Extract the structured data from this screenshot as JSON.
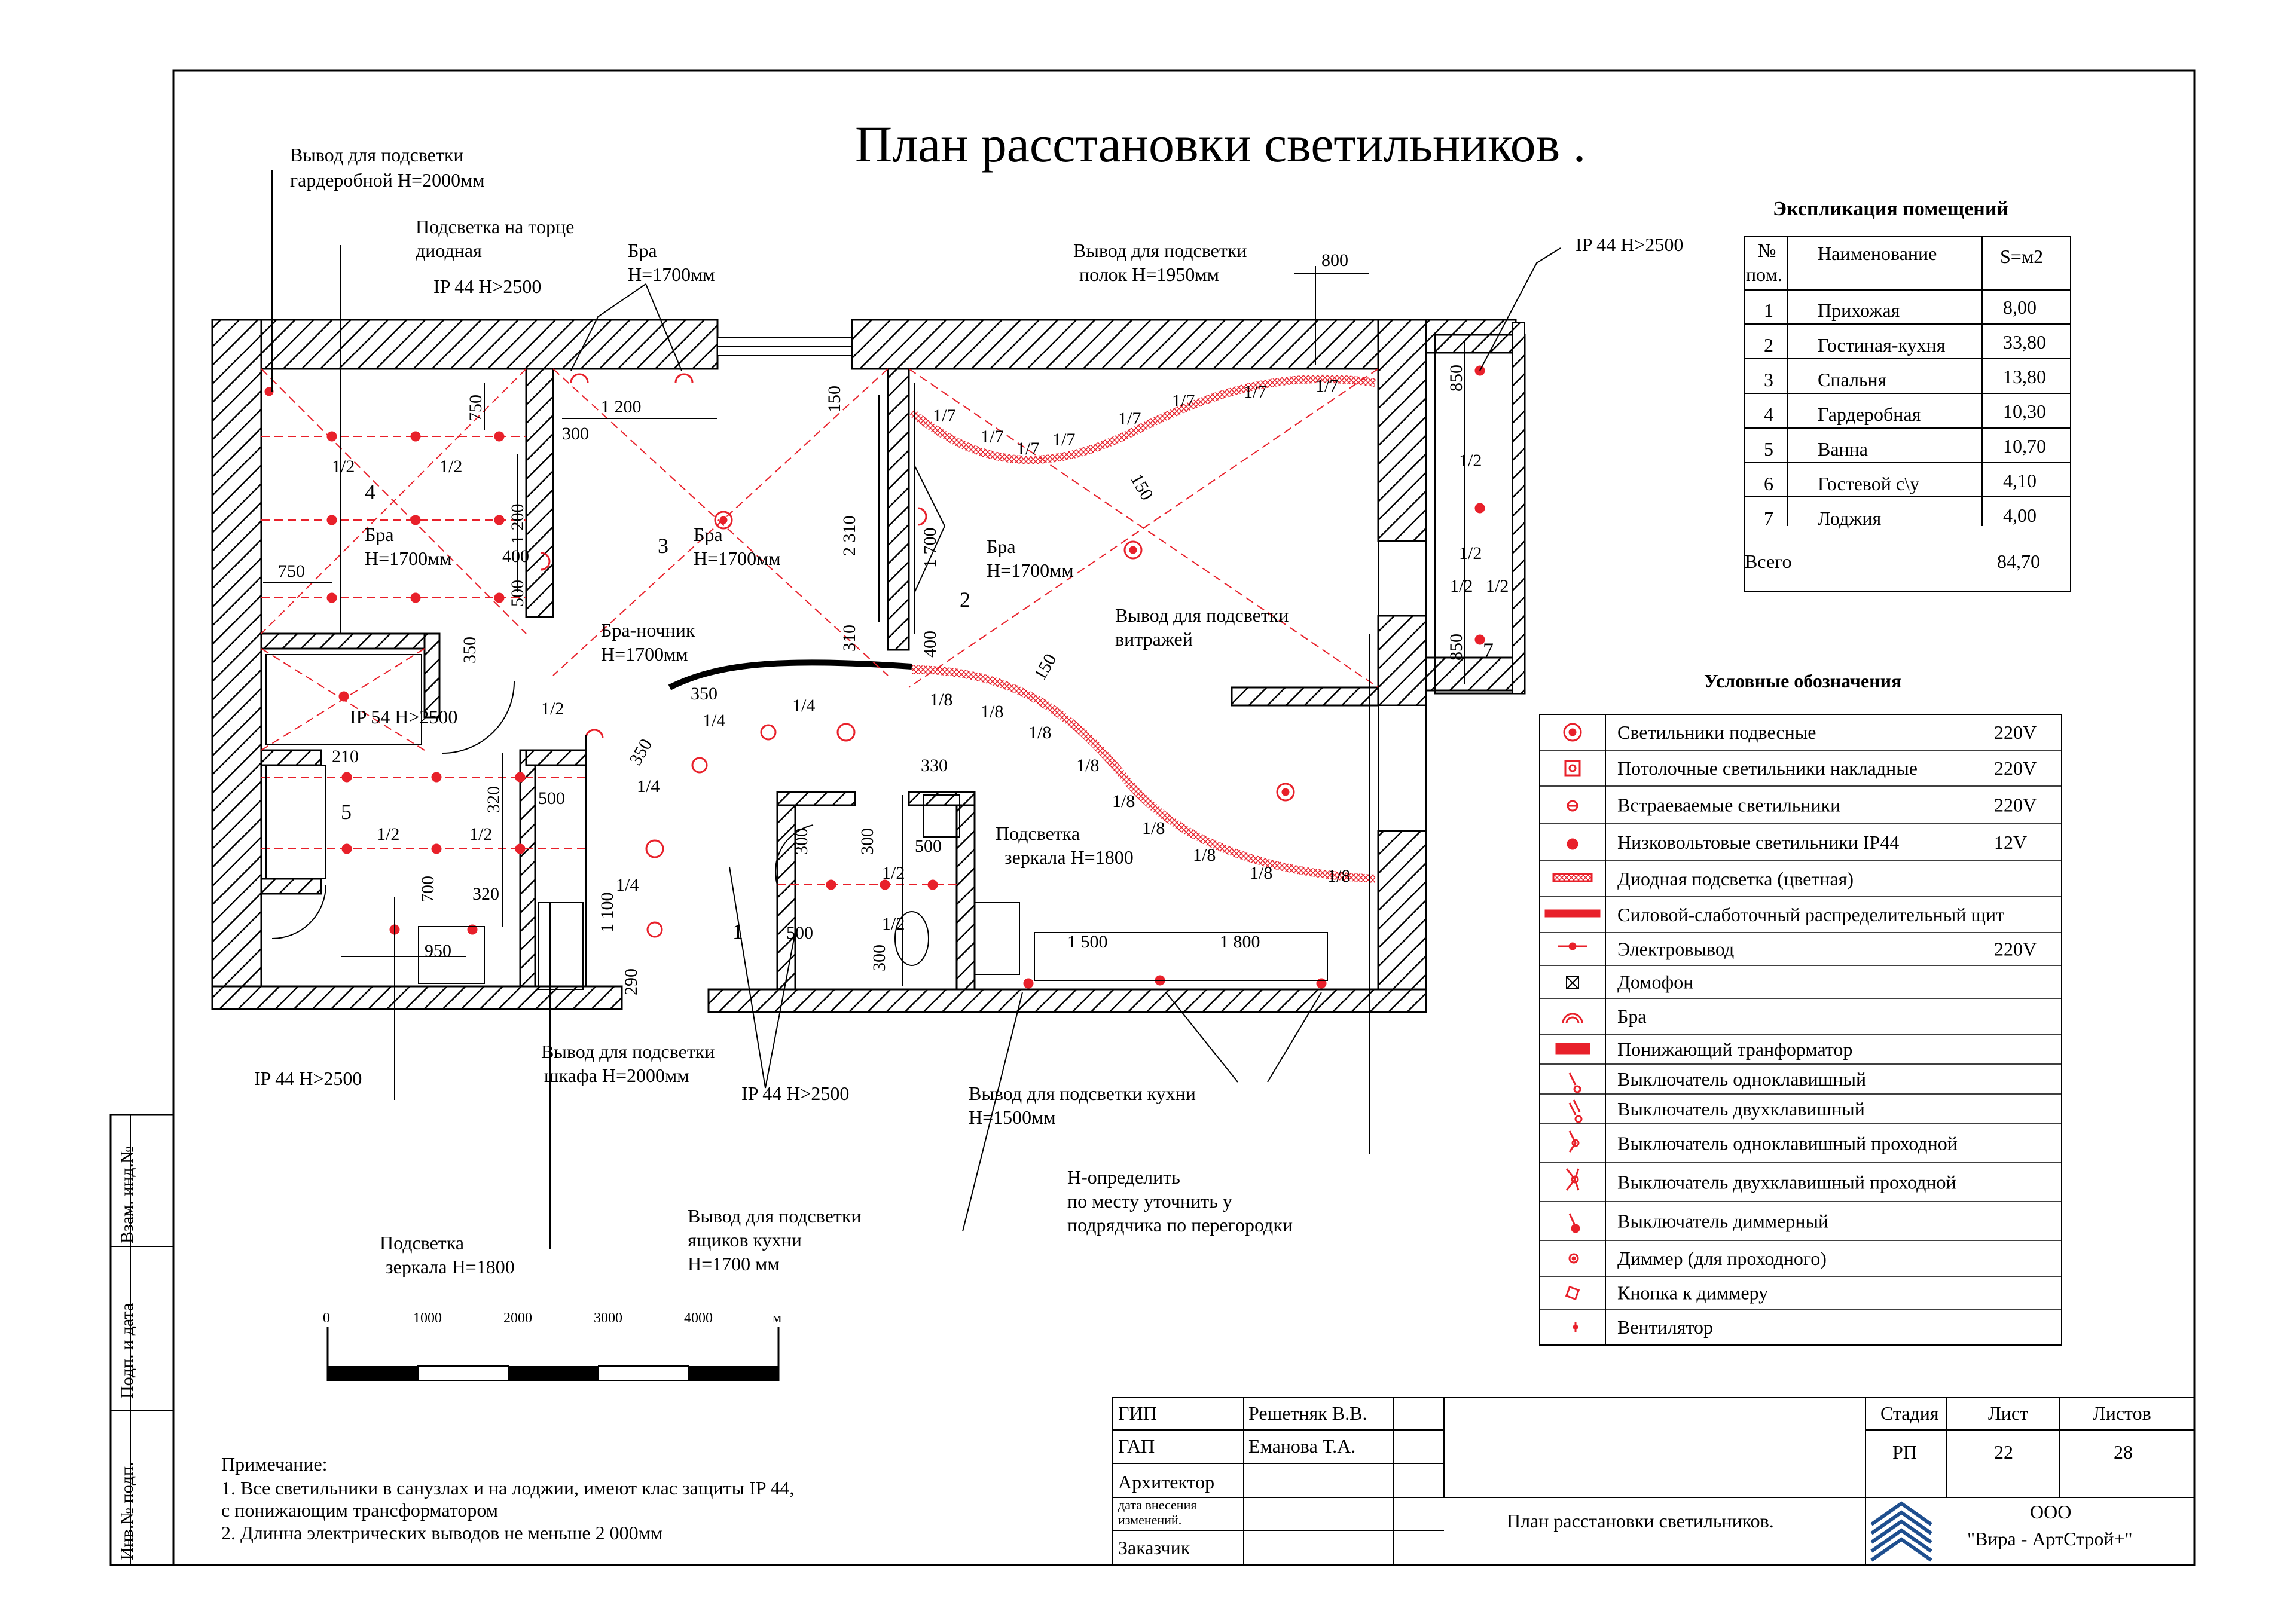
{
  "title": "План расстановки светильников .",
  "explication": {
    "heading": "Экспликация помещений",
    "col_no": "№ пом.",
    "col_name": "Наименование",
    "col_area": "S=м2",
    "rows": [
      {
        "no": "1",
        "name": "Прихожая",
        "area": "8,00"
      },
      {
        "no": "2",
        "name": "Гостиная-кухня",
        "area": "33,80"
      },
      {
        "no": "3",
        "name": "Спальня",
        "area": "13,80"
      },
      {
        "no": "4",
        "name": "Гардеробная",
        "area": "10,30"
      },
      {
        "no": "5",
        "name": "Ванна",
        "area": "10,70"
      },
      {
        "no": "6",
        "name": "Гостевой с\\у",
        "area": "4,10"
      },
      {
        "no": "7",
        "name": "Лоджия",
        "area": "4,00"
      }
    ],
    "total_label": "Всего",
    "total_value": "84,70"
  },
  "legend": {
    "heading": "Условные обозначения",
    "items": [
      {
        "label": "Светильники подвесные",
        "voltage": "220V",
        "icon": "pendant-light-icon"
      },
      {
        "label": "Потолочные светильники накладные",
        "voltage": "220V",
        "icon": "ceiling-light-icon"
      },
      {
        "label": "Встраеваемые светильники",
        "voltage": "220V",
        "icon": "recessed-light-icon"
      },
      {
        "label": "Низковольтовые светильники IP44",
        "voltage": "12V",
        "icon": "lowvolt-light-icon"
      },
      {
        "label": "Диодная подсветка (цветная)",
        "voltage": "",
        "icon": "led-strip-icon"
      },
      {
        "label": "Силовой-слаботочный распределительный щит",
        "voltage": "",
        "icon": "panel-icon"
      },
      {
        "label": "Электровывод",
        "voltage": "220V",
        "icon": "outlet-icon"
      },
      {
        "label": "Домофон",
        "voltage": "",
        "icon": "intercom-icon"
      },
      {
        "label": "Бра",
        "voltage": "",
        "icon": "sconce-icon"
      },
      {
        "label": "Понижающий транформатор",
        "voltage": "",
        "icon": "transformer-icon"
      },
      {
        "label": "Выключатель одноклавишный",
        "voltage": "",
        "icon": "switch-1-icon"
      },
      {
        "label": "Выключатель двухклавишный",
        "voltage": "",
        "icon": "switch-2-icon"
      },
      {
        "label": "Выключатель одноклавишный проходной",
        "voltage": "",
        "icon": "switch-1-pass-icon"
      },
      {
        "label": "Выключатель двухклавишный проходной",
        "voltage": "",
        "icon": "switch-2-pass-icon"
      },
      {
        "label": "Выключатель диммерный",
        "voltage": "",
        "icon": "dimmer-switch-icon"
      },
      {
        "label": "Диммер (для проходного)",
        "voltage": "",
        "icon": "dimmer-icon"
      },
      {
        "label": "Кнопка к диммеру",
        "voltage": "",
        "icon": "dimmer-button-icon"
      },
      {
        "label": "Вентилятор",
        "voltage": "",
        "icon": "fan-icon"
      }
    ]
  },
  "annotations": {
    "wardrobe_outlet": [
      "Вывод для подсветки",
      "гардеробной Н=2000мм"
    ],
    "edge_led": [
      "Подсветка на торце",
      "диодная"
    ],
    "ip44_top": "IP 44 Н>2500",
    "bra_top": [
      "Бра",
      "Н=1700мм"
    ],
    "shelves_outlet": [
      "Вывод для подсветки",
      "полок Н=1950мм"
    ],
    "ip44_loggia": "IP 44 Н>2500",
    "bra_room4": [
      "Бра",
      "Н=1700мм"
    ],
    "bra_room3": [
      "Бра",
      "Н=1700мм"
    ],
    "bra_room2": [
      "Бра",
      "Н=1700мм"
    ],
    "stained_glass": [
      "Вывод для подсветки",
      "витражей"
    ],
    "bra_night": [
      "Бра-ночник",
      "Н=1700мм"
    ],
    "ip54": "IP 54 Н>2500",
    "mirror_light": [
      "Подсветка",
      "зеркала Н=1800"
    ],
    "ip44_left": "IP 44 Н>2500",
    "closet_outlet": [
      "Вывод для подсветки",
      "шкафа Н=2000мм"
    ],
    "ip44_bottom": "IP 44 Н>2500",
    "kitchen_outlet": [
      "Вывод для подсветки кухни",
      "Н=1500мм"
    ],
    "h_define": [
      "Н-определить",
      "по месту уточнить у",
      "подрядчика по перегородки"
    ],
    "mirror_light2": [
      "Подсветка",
      "зеркала Н=1800"
    ],
    "drawers_outlet": [
      "Вывод для подсветки",
      "ящиков кухни",
      "Н=1700 мм"
    ]
  },
  "dims": {
    "d800": "800",
    "d750a": "750",
    "d750b": "750",
    "d1200a": "1 200",
    "d300": "300",
    "d150a": "150",
    "d2310": "2 310",
    "d1700": "1 700",
    "d310": "310",
    "d400a": "400",
    "d400b": "400",
    "d1200b": "1 200",
    "d500a": "500",
    "d350a": "350",
    "d210": "210",
    "d320a": "320",
    "d500b": "500",
    "d700": "700",
    "d320b": "320",
    "d950": "950",
    "d1100": "1 100",
    "d290": "290",
    "d350b": "350",
    "d350c": "350",
    "d330": "330",
    "d300a": "300",
    "d300b": "300",
    "d500c": "500",
    "d500d": "500",
    "d300c": "300",
    "d1500": "1 500",
    "d1800": "1 800",
    "d850a": "850",
    "d850b": "850",
    "d150b": "150",
    "d150c": "150",
    "half": "1/2",
    "quarter": "1/4",
    "seventh": "1/7",
    "eighth": "1/8"
  },
  "rooms": {
    "r1": "1",
    "r2": "2",
    "r3": "3",
    "r4": "4",
    "r5": "5",
    "r7": "7"
  },
  "scale": {
    "ticks": [
      "0",
      "1000",
      "2000",
      "3000",
      "4000"
    ],
    "unit": "м"
  },
  "note": {
    "heading": "Примечание:",
    "lines": [
      "1. Все светильники в санузлах и на лоджии, имеют клас защиты IP 44,",
      "с понижающим трансформатором",
      "2. Длинна электрических выводов не меньше 2 000мм"
    ]
  },
  "side_stamp": [
    "Взам. инд.№",
    "Подп. и дата",
    "Инв.№ подп."
  ],
  "title_block": {
    "gip_label": "ГИП",
    "gip_name": "Решетняк В.В.",
    "gap_label": "ГАП",
    "gap_name": "Еманова Т.А.",
    "arch_label": "Архитектор",
    "changes_label": [
      "дата внесения",
      "изменений."
    ],
    "client_label": "Заказчик",
    "stage_label": "Стадия",
    "sheet_label": "Лист",
    "sheets_label": "Листов",
    "stage": "РП",
    "sheet": "22",
    "sheets": "28",
    "drawing_name": "План расстановки светильников.",
    "company": [
      "ООО",
      "\"Вира - АртСтрой+\""
    ]
  },
  "colors": {
    "accent": "#e8202a",
    "line": "#000000"
  }
}
